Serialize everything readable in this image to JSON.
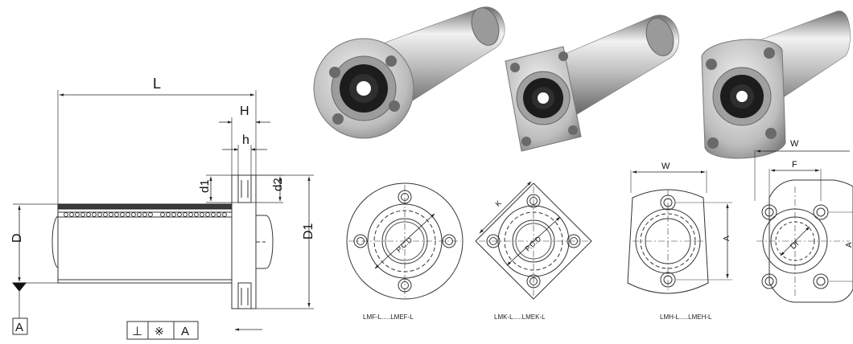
{
  "side_view": {
    "L": "L",
    "H": "H",
    "h": "h",
    "d1": "d1",
    "d2": "d2",
    "D": "D",
    "D1": "D1",
    "datum": "A",
    "tolerance_symbol": "⊥",
    "tolerance_value": "※",
    "tolerance_datum": "A"
  },
  "views": {
    "round": {
      "pcd": "P.C.D",
      "caption": "LMF-L.....LMEF-L"
    },
    "square": {
      "k": "K",
      "pcd": "P.C.D",
      "caption": "LMK-L.....LMEK-L"
    },
    "oval": {
      "w": "W",
      "a": "A",
      "caption": "LMH-L.....LMEH-L"
    },
    "cut": {
      "w": "W",
      "f": "F",
      "dr": "Dr",
      "a": "A"
    }
  },
  "colors": {
    "line": "#333333",
    "metal_light": "#e8e8e8",
    "metal_dark": "#7a7a7a",
    "seal": "#1a1a1a"
  }
}
